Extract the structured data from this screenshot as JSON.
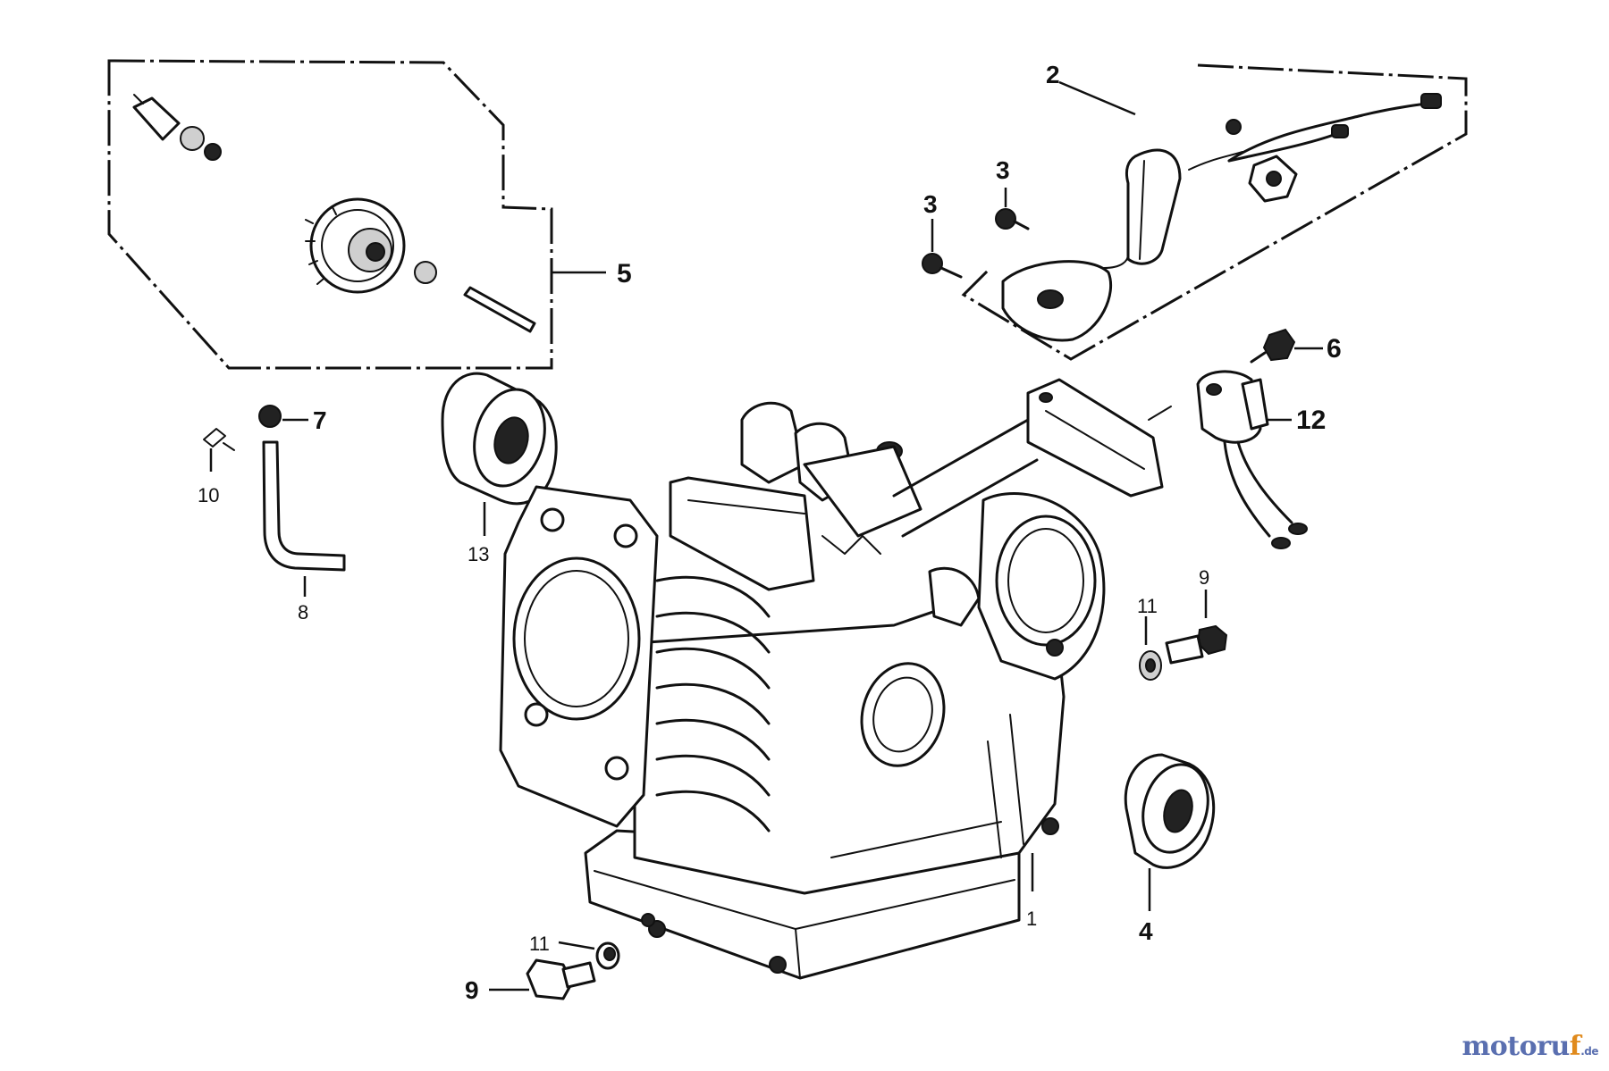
{
  "diagram": {
    "callouts": {
      "c1": "1",
      "c2": "2",
      "c3a": "3",
      "c3b": "3",
      "c4": "4",
      "c5": "5",
      "c6": "6",
      "c7": "7",
      "c8": "8",
      "c9a": "9",
      "c9b": "9",
      "c10": "10",
      "c11a": "11",
      "c11b": "11",
      "c12": "12",
      "c13": "13"
    }
  },
  "watermark": {
    "part1": "motoru",
    "part2": "f",
    "suffix": ".de"
  }
}
